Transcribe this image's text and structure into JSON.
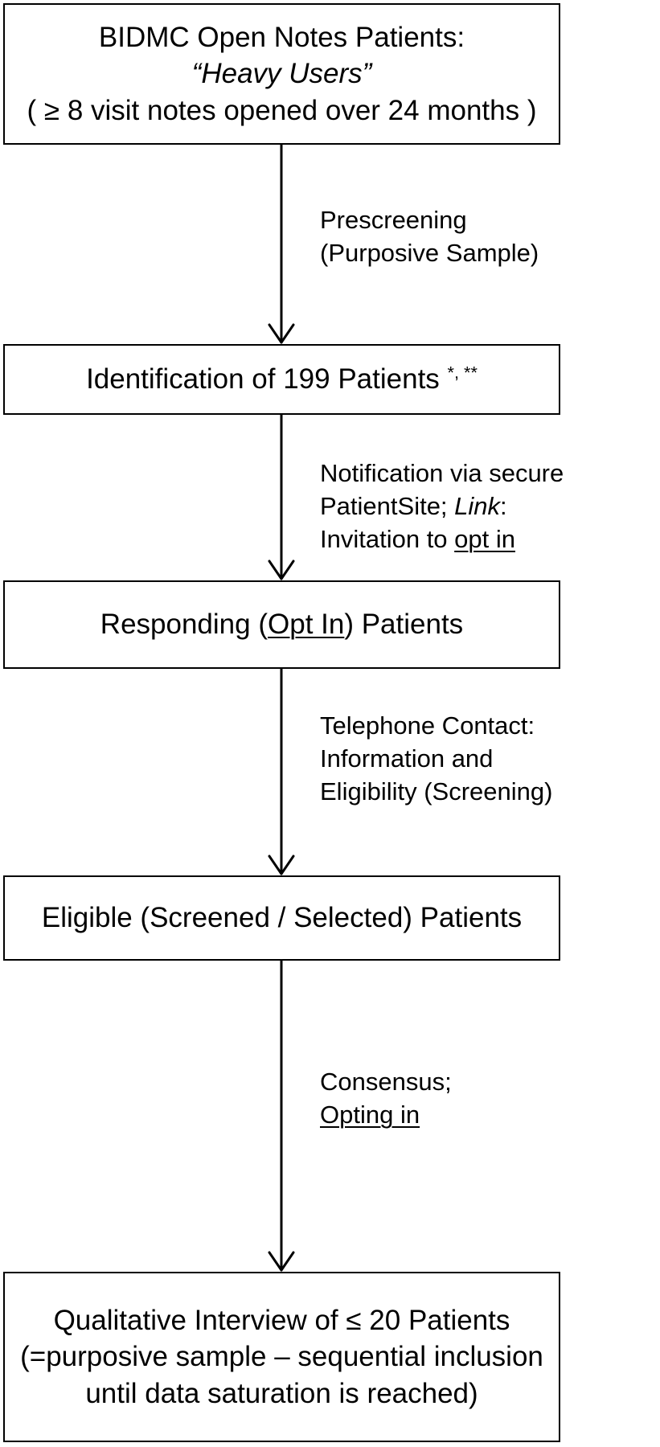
{
  "boxes": {
    "b1": {
      "line1": "BIDMC Open Notes Patients:",
      "line2": "“Heavy Users”",
      "line3": "( ≥ 8 visit notes opened over 24 months )"
    },
    "b2": {
      "text": "Identification of 199 Patients",
      "sup": "*, **"
    },
    "b3": {
      "pre": "Responding (",
      "u": "Opt In",
      "post": ") Patients"
    },
    "b4": {
      "text": "Eligible (Screened / Selected) Patients"
    },
    "b5": {
      "line1": "Qualitative Interview of ≤ 20 Patients",
      "line2": "(=purposive sample – sequential inclusion",
      "line3": "until data saturation is reached)"
    }
  },
  "steps": {
    "s1": {
      "line1": "Prescreening",
      "line2": "(Purposive Sample)"
    },
    "s2": {
      "line1": "Notification via secure",
      "line2a": "PatientSite; ",
      "line2b": "Link",
      "line2c": ":",
      "line3a": "Invitation to ",
      "line3b": "opt in"
    },
    "s3": {
      "line1": "Telephone Contact:",
      "line2": "Information and",
      "line3": "Eligibility (Screening)"
    },
    "s4": {
      "line1": "Consensus;",
      "line2": "Opting in"
    }
  }
}
